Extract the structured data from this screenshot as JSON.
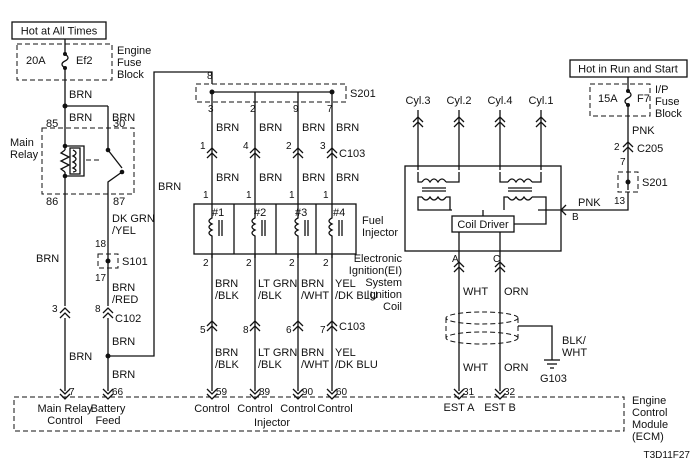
{
  "banners": {
    "hot_at_all_times": "Hot at All Times",
    "hot_in_run_start": "Hot in Run and Start"
  },
  "engine_fuse": {
    "rating": "20A",
    "name": "Ef2",
    "block": [
      "Engine",
      "Fuse",
      "Block"
    ]
  },
  "ip_fuse": {
    "rating": "15A",
    "name": "F7",
    "block": [
      "I/P",
      "Fuse",
      "Block"
    ]
  },
  "main_relay": {
    "label": [
      "Main",
      "Relay"
    ],
    "pins": {
      "p85": "85",
      "p30": "30",
      "p86": "86",
      "p87": "87"
    }
  },
  "wires": {
    "brn": "BRN",
    "pnk": "PNK",
    "wht": "WHT",
    "orn": "ORN",
    "dk_grn_yel": [
      "DK GRN",
      "/YEL"
    ],
    "brn_red": [
      "BRN",
      "/RED"
    ],
    "brn_blk": [
      "BRN",
      "/BLK"
    ],
    "lt_grn_blk": [
      "LT GRN",
      "/BLK"
    ],
    "brn_wht": [
      "BRN",
      "/WHT"
    ],
    "yel_dk_blu": [
      "YEL",
      "/DK BLU"
    ],
    "blk_wht": [
      "BLK/",
      "WHT"
    ]
  },
  "splices": {
    "s101": "S101",
    "s201_top": "S201",
    "s201_right": "S201"
  },
  "connectors": {
    "c102": "C102",
    "c103a": "C103",
    "c103b": "C103",
    "c205": "C205"
  },
  "pins": {
    "s101_top": "18",
    "s101_bot": "17",
    "c102_l": "3",
    "c102_r": "8",
    "s201_in": "8",
    "s201_a": "3",
    "s201_b": "2",
    "s201_c": "9",
    "s201_d": "7",
    "c103a_1": "1",
    "c103a_2": "4",
    "c103a_3": "2",
    "c103a_4": "3",
    "inj_top": [
      "1",
      "1",
      "1",
      "1"
    ],
    "inj_bot": [
      "2",
      "2",
      "2",
      "2"
    ],
    "c103b_1": "5",
    "c103b_2": "8",
    "c103b_3": "6",
    "c103b_4": "7",
    "c205_top": "2",
    "c205_bot": "7",
    "s201r": "13",
    "coil_a": "A",
    "coil_c": "C",
    "coil_b": "B"
  },
  "injectors": {
    "labels": [
      "#1",
      "#2",
      "#3",
      "#4"
    ],
    "title": [
      "Fuel",
      "Injector"
    ]
  },
  "cylinders": [
    "Cyl.3",
    "Cyl.2",
    "Cyl.4",
    "Cyl.1"
  ],
  "coil": {
    "driver": "Coil Driver",
    "title": [
      "Electronic",
      "Ignition(EI)",
      "System",
      "Ignition",
      "Coil"
    ]
  },
  "ground": "G103",
  "ecm": {
    "pins": {
      "p7": "7",
      "p66": "66",
      "p59": "59",
      "p89": "89",
      "p90": "90",
      "p60": "60",
      "p31": "31",
      "p32": "32"
    },
    "labels": {
      "main_relay_control": [
        "Main Relay",
        "Control"
      ],
      "battery_feed": [
        "Battery",
        "Feed"
      ],
      "control": "Control",
      "injector": "Injector",
      "est_a": "EST A",
      "est_b": "EST B"
    },
    "title": [
      "Engine",
      "Control",
      "Module",
      "(ECM)"
    ]
  },
  "figure_id": "T3D11F27"
}
